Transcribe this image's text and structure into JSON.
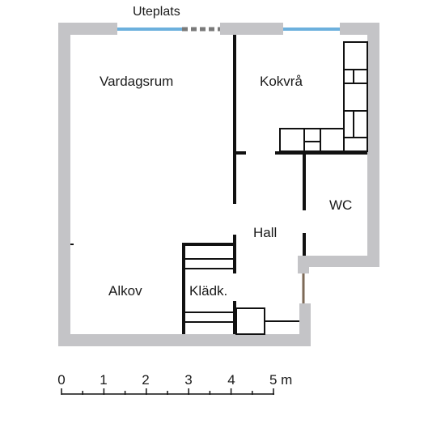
{
  "labels": {
    "terrace": "Uteplats",
    "living_room": "Vardagsrum",
    "kitchen_nook": "Kokvrå",
    "wc": "WC",
    "hall": "Hall",
    "alcove": "Alkov",
    "closet": "Klädk."
  },
  "scale": {
    "ticks": [
      "0",
      "1",
      "2",
      "3",
      "4",
      "5 m"
    ]
  },
  "colors": {
    "wall": "#c4c4c7",
    "line": "#111111",
    "window": "#6cb0dd",
    "door_gray": "#7a7a7a",
    "door_brown": "#7d6a57"
  }
}
